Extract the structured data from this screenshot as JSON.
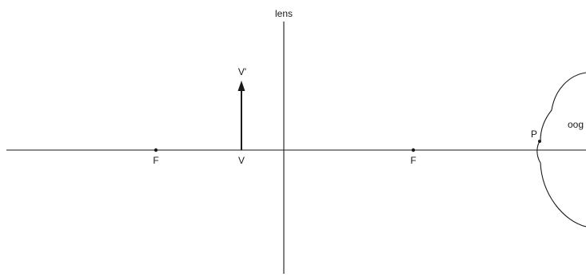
{
  "labels": {
    "lens": "lens",
    "object_top": "V'",
    "object_base": "V",
    "focus_left": "F",
    "focus_right": "F",
    "point_p": "P",
    "eye": "oog"
  }
}
